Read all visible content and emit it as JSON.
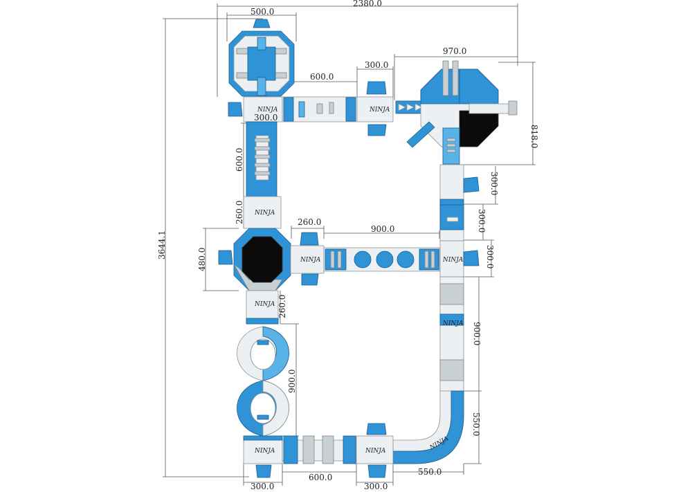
{
  "diagram": {
    "logo_text": "NINJA",
    "colors": {
      "blue": "#2f93d6",
      "light_blue": "#59b3e8",
      "white": "#ecf0f2",
      "grey": "#c9d0d4",
      "black": "#0b0b0b"
    },
    "dimensions": {
      "total_width": "2380.0",
      "total_height": "3644.1",
      "tower_width": "500.0",
      "top_span": "600.0",
      "top_joint": "300.0",
      "octagon_width": "970.0",
      "octagon_height": "818.0",
      "left_joint": "300.0",
      "left_span": "600.0",
      "upper_left_gap": "260.0",
      "mid_octagon": "480.0",
      "mid_joint": "260.0",
      "mid_span": "900.0",
      "right_top_joint": "300.0",
      "right_mid1": "300.0",
      "right_mid2": "300.0",
      "right_long": "900.0",
      "lower_left_gap": "260.0",
      "lower_left_long": "900.0",
      "curve_height": "550.0",
      "bottom_left_joint": "300.0",
      "bottom_span": "600.0",
      "bottom_right_joint": "300.0",
      "curve_width": "550.0"
    }
  }
}
